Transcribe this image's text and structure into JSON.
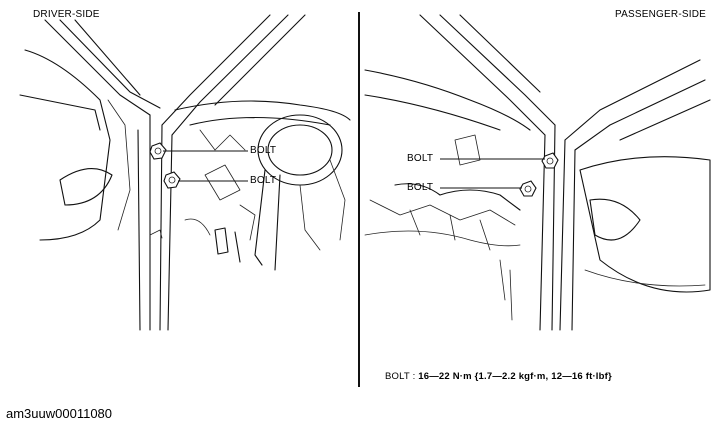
{
  "headings": {
    "left": "DRIVER-SIDE",
    "right": "PASSENGER-SIDE"
  },
  "callouts": {
    "driver_bolt_upper": "BOLT",
    "driver_bolt_lower": "BOLT",
    "passenger_bolt_upper": "BOLT",
    "passenger_bolt_lower": "BOLT"
  },
  "spec": {
    "prefix": "BOLT : ",
    "value": "16—22 N·m {1.7—2.2 kgf·m, 12—16 ft·lbf}"
  },
  "figure_id": "am3uuw00011080"
}
